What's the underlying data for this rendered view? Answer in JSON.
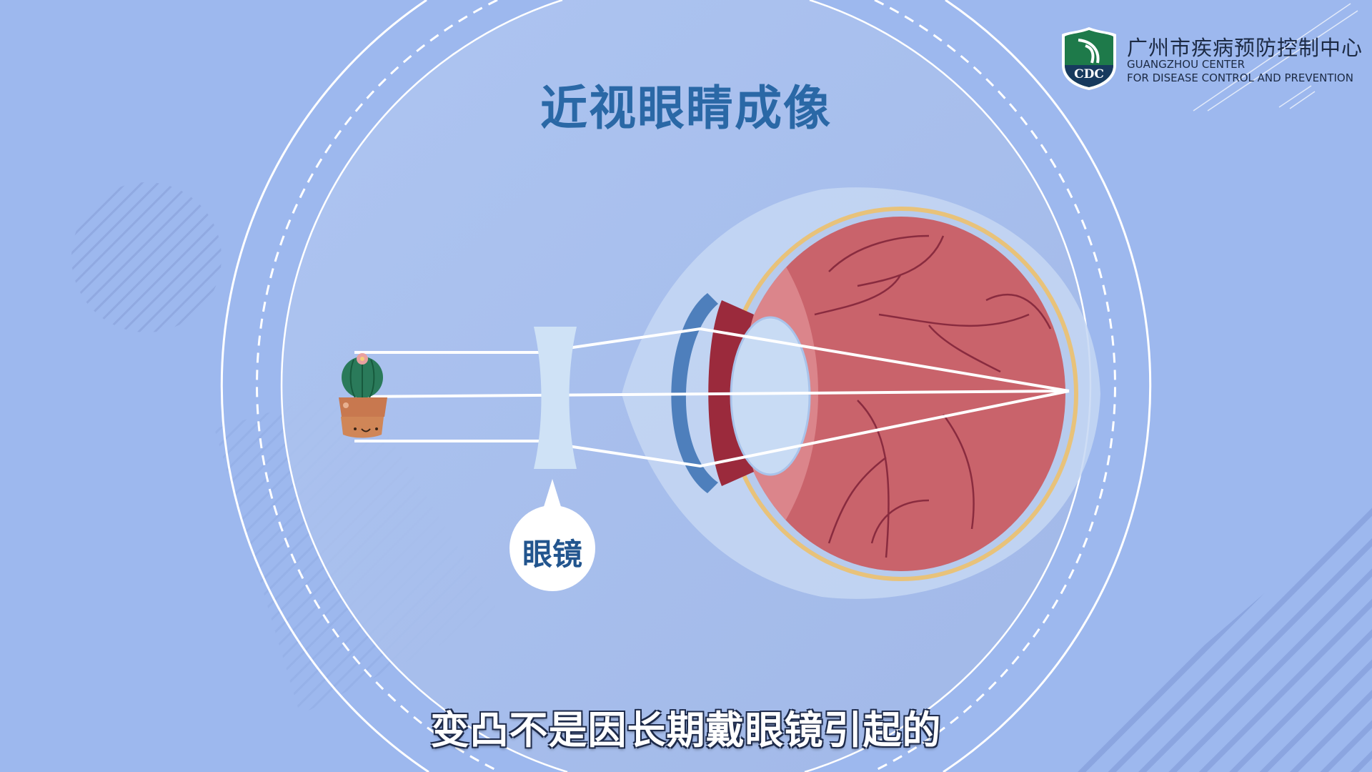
{
  "title": "近视眼睛成像",
  "subtitle": "变凸不是因长期戴眼镜引起的",
  "lens_label": "眼镜",
  "organization": {
    "name_cn": "广州市疾病预防控制中心",
    "name_en_line1": "GUANGZHOU CENTER",
    "name_en_line2": "FOR DISEASE CONTROL AND PREVENTION",
    "logo_text": "CDC"
  },
  "colors": {
    "background": "#9db8ee",
    "title": "#2a68a6",
    "logo_green": "#1e7a4a",
    "eye_red": "#c9636b"
  }
}
